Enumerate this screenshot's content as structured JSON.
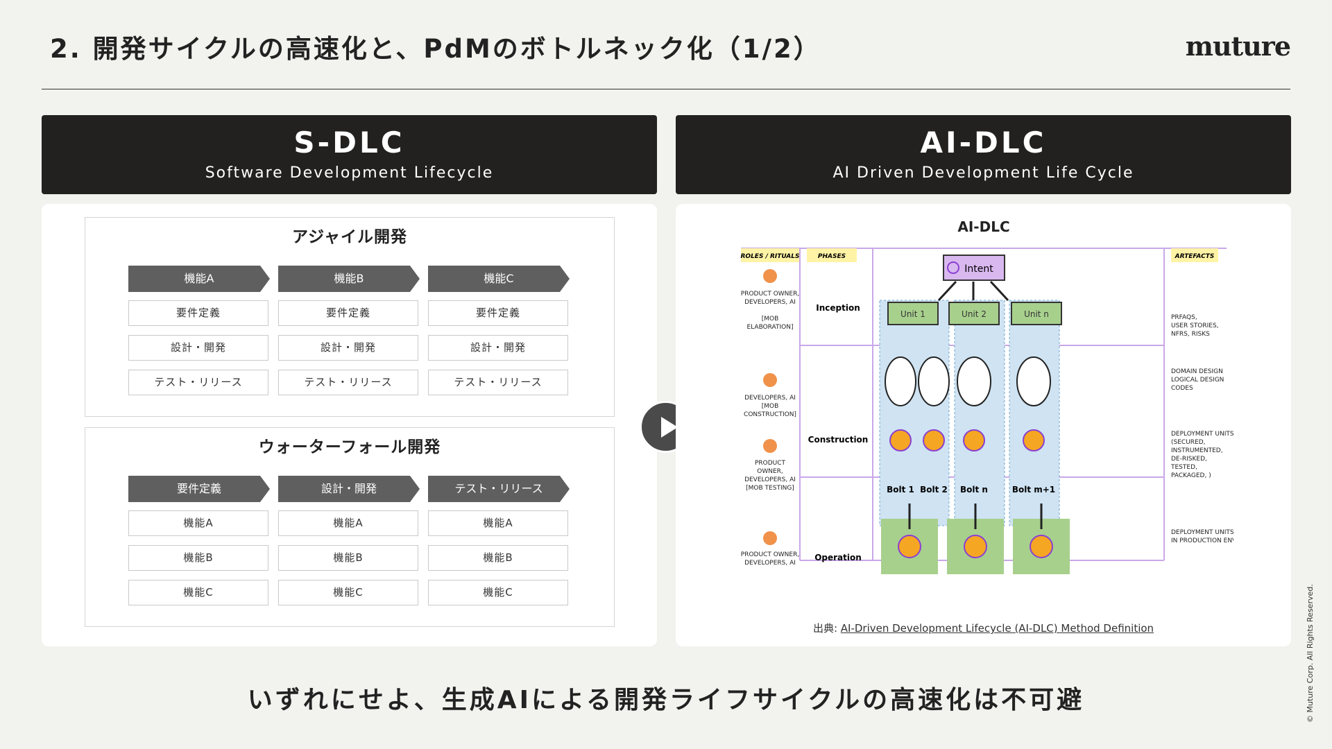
{
  "title": "2. 開発サイクルの高速化と、PdMのボトルネック化（1/2）",
  "logo": "muture",
  "left_header": {
    "title": "S-DLC",
    "subtitle": "Software Development Lifecycle"
  },
  "right_header": {
    "title": "AI-DLC",
    "subtitle": "AI Driven Development Life Cycle"
  },
  "agile": {
    "title": "アジャイル開発",
    "headers": [
      "機能A",
      "機能B",
      "機能C"
    ],
    "rows": [
      "要件定義",
      "設計・開発",
      "テスト・リリース"
    ]
  },
  "waterfall": {
    "title": "ウォーターフォール開発",
    "headers": [
      "要件定義",
      "設計・開発",
      "テスト・リリース"
    ],
    "rows": [
      "機能A",
      "機能B",
      "機能C"
    ]
  },
  "diagram": {
    "title": "AI-DLC",
    "roles_header": "ROLES / RITUALS",
    "phases_header": "PHASES",
    "artefacts_header": "ARTEFACTS",
    "intent": "Intent",
    "units": [
      "Unit 1",
      "Unit 2",
      "Unit n"
    ],
    "bolts": [
      "Bolt 1",
      "Bolt 2",
      "Bolt n",
      "Bolt m+1"
    ],
    "phases": [
      "Inception",
      "Construction",
      "Operation"
    ],
    "roles": [
      [
        "PRODUCT OWNER,",
        "DEVELOPERS, AI",
        "",
        "[MOB",
        "ELABORATION]"
      ],
      [
        "DEVELOPERS, AI",
        "[MOB",
        "CONSTRUCTION]"
      ],
      [
        "PRODUCT",
        "OWNER,",
        "DEVELOPERS, AI",
        "[MOB TESTING]"
      ],
      [
        "PRODUCT OWNER,",
        "DEVELOPERS, AI"
      ]
    ],
    "artefacts": [
      [
        "PRFAQS,",
        "USER STORIES,",
        "NFRS, RISKS"
      ],
      [
        "DOMAIN DESIGN",
        "LOGICAL DESIGN",
        "CODES"
      ],
      [
        "DEPLOYMENT UNITS",
        "(SECURED,",
        "INSTRUMENTED,",
        "DE-RISKED,",
        "TESTED,",
        "PACKAGED, )"
      ],
      [
        "DEPLOYMENT UNITS",
        "IN PRODUCTION ENV"
      ]
    ]
  },
  "citation": {
    "prefix": "出典: ",
    "link_text": "AI-Driven Development Lifecycle (AI-DLC) Method Definition"
  },
  "conclusion": "いずれにせよ、生成AIによる開発ライフサイクルの高速化は不可避",
  "copyright": "© Muture Corp. All Rights Reserved.",
  "colors": {
    "dark": "#222120",
    "chevron": "#5f5f5f",
    "unit_col": "#cfe3f2",
    "unit_box": "#a8d08d",
    "highlight": "#fff3a6",
    "lilac": "#c9a7e8"
  }
}
